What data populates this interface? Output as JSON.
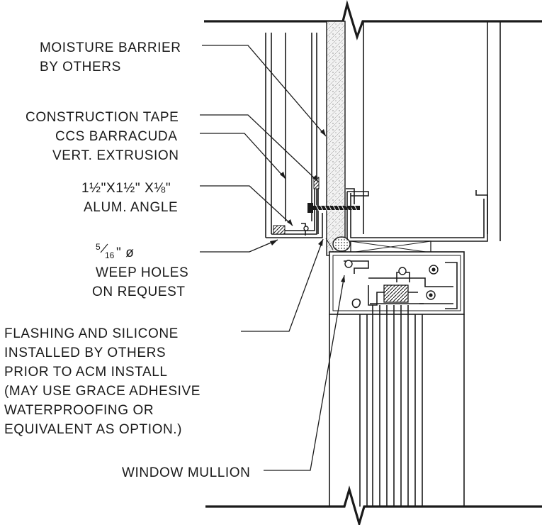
{
  "labels": {
    "moisture_barrier": [
      "MOISTURE BARRIER",
      "BY OTHERS"
    ],
    "construction_tape": "CONSTRUCTION TAPE",
    "vert_extrusion": [
      "CCS BARRACUDA",
      "VERT. EXTRUSION"
    ],
    "alum_angle": {
      "line1_a": "1",
      "frac_a": "½",
      "line1_b": "\"X1",
      "frac_b": "½",
      "line1_c": "\" X",
      "frac_c": "⅛",
      "line1_d": "\"",
      "line2": "ALUM. ANGLE"
    },
    "weep_holes": {
      "size_num": "5",
      "size_den": "16",
      "size_suffix": "\" ø",
      "lines": [
        "WEEP HOLES",
        "ON REQUEST"
      ]
    },
    "flashing": [
      "FLASHING AND SILICONE",
      "INSTALLED BY OTHERS",
      "PRIOR TO ACM INSTALL",
      "(MAY USE GRACE ADHESIVE",
      "WATERPROOFING OR",
      "EQUIVALENT AS OPTION.)"
    ],
    "window_mullion": "WINDOW MULLION"
  }
}
